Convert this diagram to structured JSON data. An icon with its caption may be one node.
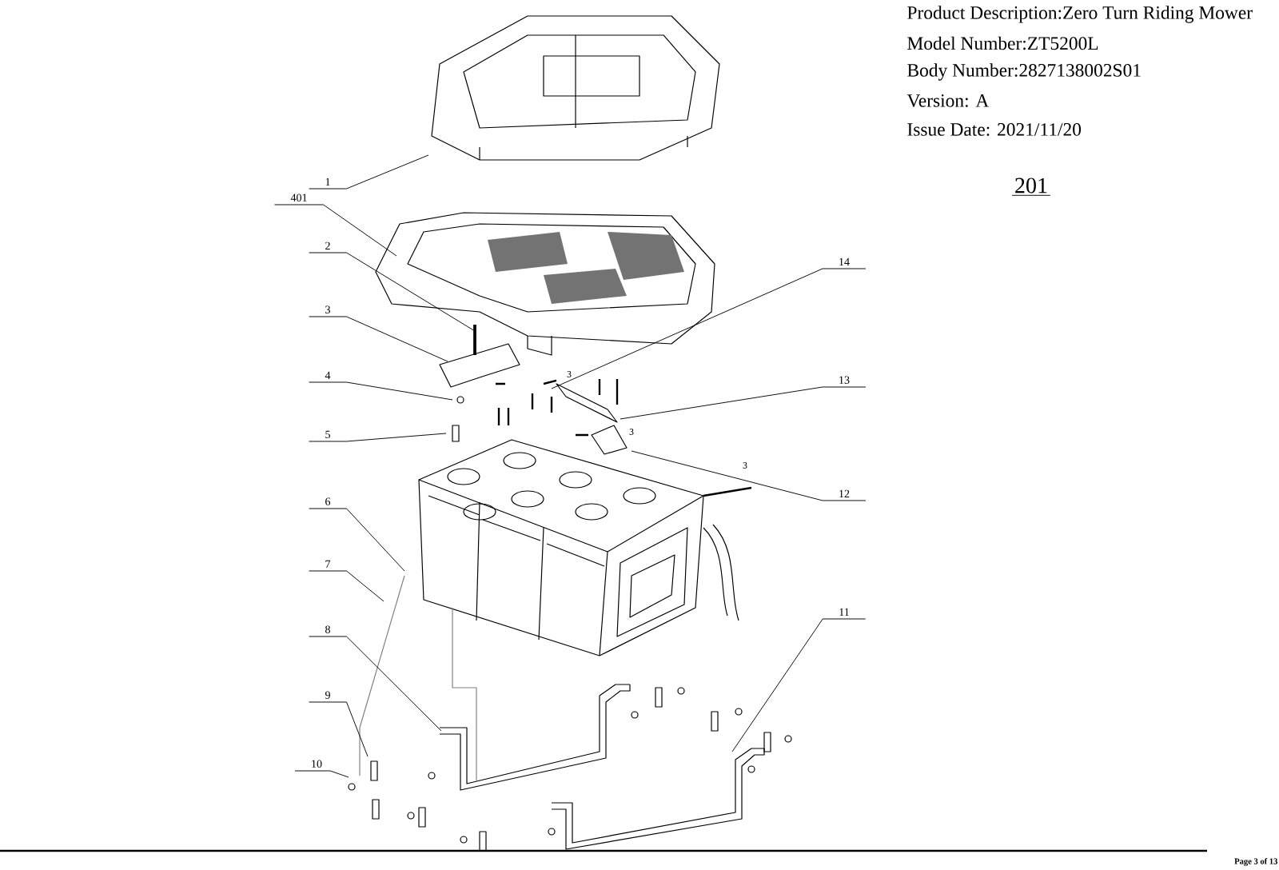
{
  "diagram": {
    "nodes": [
      {
        "text": [
          "1"
        ]
      },
      {
        "text": [
          "401"
        ]
      },
      {
        "text": [
          "2"
        ]
      },
      {
        "text": [
          "3"
        ]
      },
      {
        "text": [
          "4"
        ]
      },
      {
        "text": [
          "5"
        ]
      },
      {
        "text": [
          "6"
        ]
      },
      {
        "text": [
          "7"
        ]
      },
      {
        "text": [
          "8"
        ]
      },
      {
        "text": [
          "9"
        ]
      },
      {
        "text": [
          "10"
        ]
      },
      {
        "text": [
          "11"
        ]
      },
      {
        "text": [
          "12"
        ]
      },
      {
        "text": [
          "13"
        ]
      },
      {
        "text": [
          "14"
        ]
      }
    ],
    "edges": [
      {
        "from": 0,
        "to": null,
        "arrow": "none"
      },
      {
        "from": 1,
        "to": null,
        "arrow": "none"
      },
      {
        "from": 2,
        "to": null,
        "arrow": "none"
      },
      {
        "from": 3,
        "to": null,
        "arrow": "none"
      },
      {
        "from": 4,
        "to": null,
        "arrow": "none"
      },
      {
        "from": 5,
        "to": null,
        "arrow": "none"
      },
      {
        "from": 6,
        "to": null,
        "arrow": "none"
      },
      {
        "from": 7,
        "to": null,
        "arrow": "none"
      },
      {
        "from": 8,
        "to": null,
        "arrow": "none"
      },
      {
        "from": 9,
        "to": null,
        "arrow": "none"
      },
      {
        "from": 10,
        "to": null,
        "arrow": "none"
      },
      {
        "from": 11,
        "to": null,
        "arrow": "none"
      },
      {
        "from": 12,
        "to": null,
        "arrow": "none"
      },
      {
        "from": 13,
        "to": null,
        "arrow": "none"
      },
      {
        "from": 14,
        "to": null,
        "arrow": "none"
      }
    ],
    "labels": [
      "Product Description:Zero Turn Riding Mower",
      "Model Number:ZT5200L",
      "Body Number:2827138002S01",
      "Version: A",
      "Issue Date: 2021/11/20",
      "201",
      "3",
      "3",
      "3",
      "Page 3 of 13"
    ]
  }
}
